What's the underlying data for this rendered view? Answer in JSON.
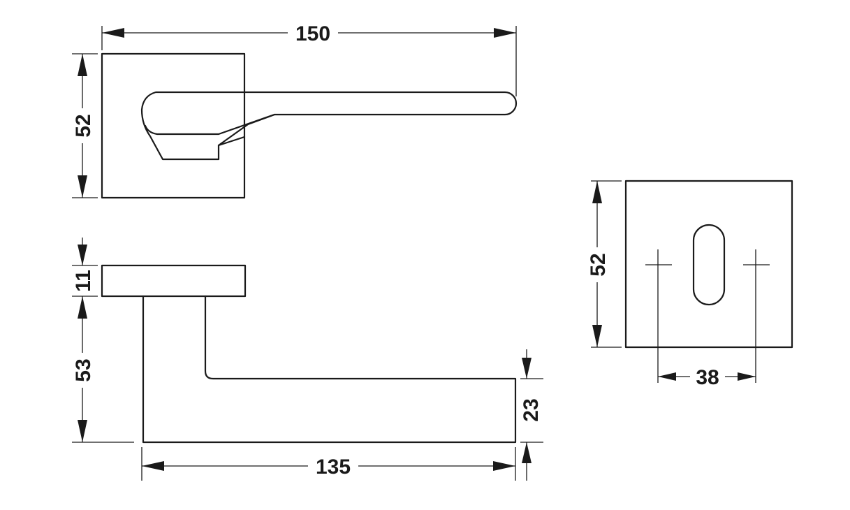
{
  "dimensions": {
    "top_width": "150",
    "top_height": "52",
    "side_rose_thickness": "11",
    "side_height": "53",
    "side_length": "135",
    "side_lever_thickness": "23",
    "keyplate_height": "52",
    "keyplate_spacing": "38"
  },
  "colors": {
    "line": "#1a1a1a",
    "background": "#ffffff"
  }
}
